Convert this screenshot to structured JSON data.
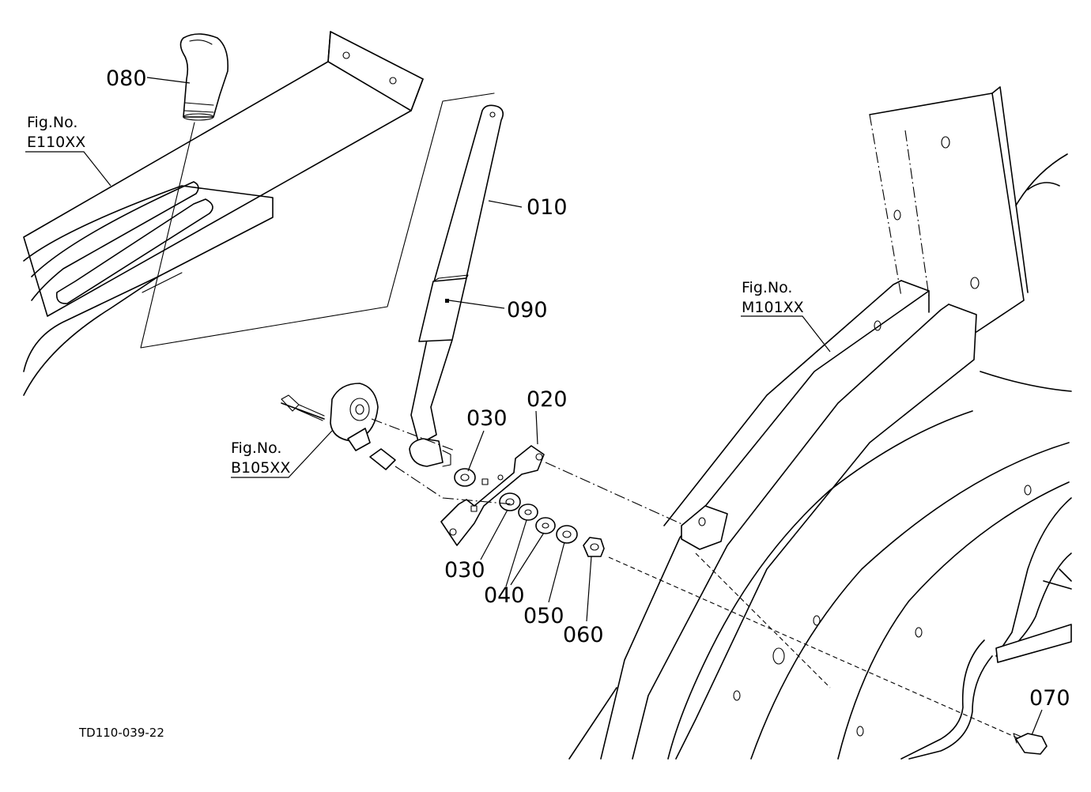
{
  "figure_code": "TD110-039-22",
  "part_labels": {
    "p010": "010",
    "p020": "020",
    "p030a": "030",
    "p030b": "030",
    "p040": "040",
    "p050": "050",
    "p060": "060",
    "p070": "070",
    "p080": "080",
    "p090": "090"
  },
  "figure_refs": {
    "e110": {
      "line1": "Fig.No.",
      "line2": "E110XX"
    },
    "m101": {
      "line1": "Fig.No.",
      "line2": "M101XX"
    },
    "b105": {
      "line1": "Fig.No.",
      "line2": "B105XX"
    }
  }
}
